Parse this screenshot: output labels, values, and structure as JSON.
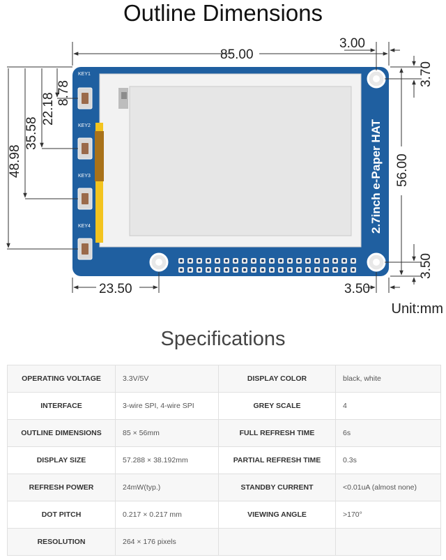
{
  "outline": {
    "title": "Outline Dimensions",
    "unit_label": "Unit:mm",
    "dimensions": {
      "width": "85.00",
      "height": "56.00",
      "hole_offset_x": "3.00",
      "hole_offset_top": "3.70",
      "hole_offset_bottom": "3.50",
      "hole_offset_right": "3.50",
      "header_offset": "23.50",
      "key1": "8.78",
      "key2": "22.18",
      "key3": "35.58",
      "key4": "48.98"
    },
    "keys": [
      "KEY1",
      "KEY2",
      "KEY3",
      "KEY4"
    ],
    "board_label": "2.7inch e-Paper HAT",
    "colors": {
      "pcb": "#1f5fa0",
      "dim_line": "#333333"
    }
  },
  "specs": {
    "title": "Specifications",
    "rows": [
      {
        "label_a": "OPERATING VOLTAGE",
        "value_a": "3.3V/5V",
        "label_b": "DISPLAY COLOR",
        "value_b": "black, white"
      },
      {
        "label_a": "INTERFACE",
        "value_a": "3-wire SPI, 4-wire SPI",
        "label_b": "GREY SCALE",
        "value_b": "4"
      },
      {
        "label_a": "OUTLINE DIMENSIONS",
        "value_a": "85 × 56mm",
        "label_b": "FULL REFRESH TIME",
        "value_b": "6s"
      },
      {
        "label_a": "DISPLAY SIZE",
        "value_a": "57.288 × 38.192mm",
        "label_b": "PARTIAL REFRESH TIME",
        "value_b": "0.3s"
      },
      {
        "label_a": "REFRESH POWER",
        "value_a": "24mW(typ.)",
        "label_b": "STANDBY CURRENT",
        "value_b": "<0.01uA (almost none)"
      },
      {
        "label_a": "DOT PITCH",
        "value_a": "0.217 × 0.217 mm",
        "label_b": "VIEWING ANGLE",
        "value_b": ">170°"
      },
      {
        "label_a": "RESOLUTION",
        "value_a": "264 × 176 pixels"
      }
    ]
  }
}
